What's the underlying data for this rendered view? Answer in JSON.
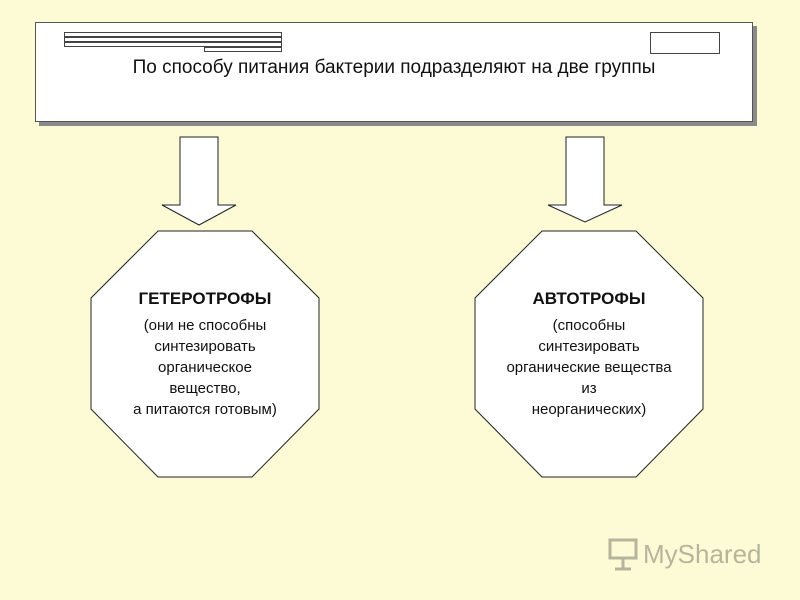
{
  "header": {
    "text": "По способу питания бактерии подразделяют на две группы"
  },
  "groups": [
    {
      "title": "ГЕТЕРОТРОФЫ",
      "description": "(они не способны\nсинтезировать\nорганическое\nвещество,\nа питаются готовым)"
    },
    {
      "title": "АВТОТРОФЫ",
      "description": "(способны\nсинтезировать\nорганические вещества\nиз\nнеорганических)"
    }
  ],
  "watermark": {
    "text": "MyShared"
  },
  "colors": {
    "background": "#FDFBD5",
    "shape_fill": "#FFFFFF",
    "outline": "#333333"
  }
}
